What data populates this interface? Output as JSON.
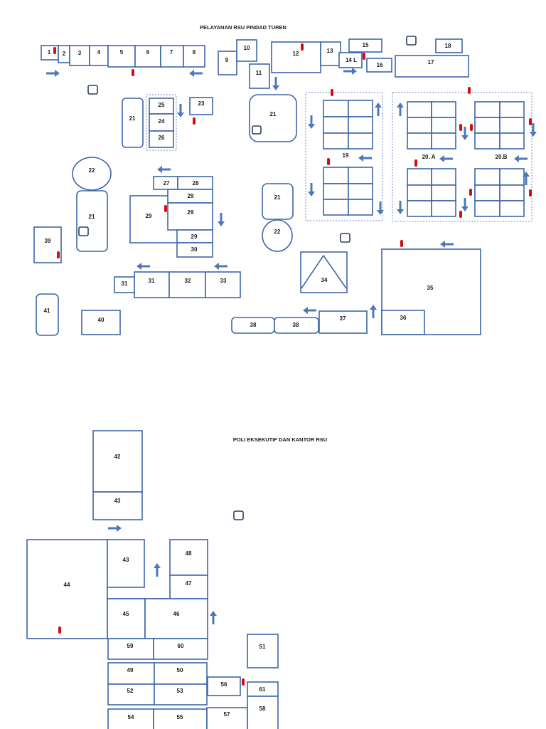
{
  "titles": {
    "top": "PELAYANAN RSU PINDAD TUREN",
    "bottom": "POLI EKSEKUTIF DAN KANTOR RSU"
  },
  "rooms": {
    "r1": "1",
    "r2": "2",
    "r3": "3",
    "r4": "4",
    "r5": "5",
    "r6": "6",
    "r7": "7",
    "r8": "8",
    "r9": "9",
    "r10": "10",
    "r11": "11",
    "r12": "12",
    "r13": "13",
    "r14": "14 L",
    "r15": "15",
    "r16": "16",
    "r17": "17",
    "r18": "18",
    "r19": "19",
    "r20a": "20. A",
    "r20b": "20.B",
    "r21": "21",
    "r22": "22",
    "r23": "23",
    "r24": "24",
    "r25": "25",
    "r26": "26",
    "r27": "27",
    "r28": "28",
    "r29": "29",
    "r30": "30",
    "r31": "31",
    "r32": "32",
    "r33": "33",
    "r34": "34",
    "r35": "35",
    "r36": "36",
    "r37": "37",
    "r38": "38",
    "r39": "39",
    "r40": "40",
    "r41": "41",
    "r42": "42",
    "r43": "43",
    "r44": "44",
    "r45": "45",
    "r46": "46",
    "r47": "47",
    "r48": "48",
    "r49": "49",
    "r50": "50",
    "r51": "51",
    "r52": "52",
    "r53": "53",
    "r54": "54",
    "r55": "55",
    "r56": "56",
    "r57": "57",
    "r58": "58",
    "r59": "59",
    "r60": "60",
    "r61": "61"
  },
  "colors": {
    "outline": "#3d66a8",
    "arrow": "#4d78b8",
    "marker": "#d10f0f"
  },
  "icons": {
    "flow": "arrow-icon",
    "marker": "red-marker-icon",
    "square": "square-symbol-icon"
  }
}
